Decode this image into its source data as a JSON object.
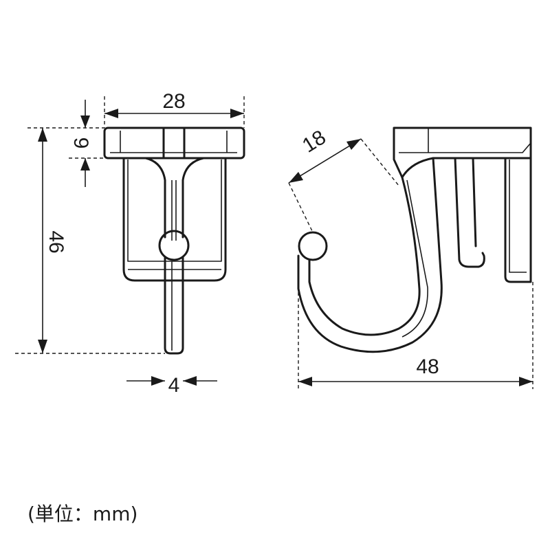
{
  "dimensions": {
    "front_width": "28",
    "flange_height": "9",
    "total_height": "46",
    "rod_diameter": "4",
    "hook_reach": "18",
    "total_depth": "48"
  },
  "unit_label": "(単位：mm)"
}
